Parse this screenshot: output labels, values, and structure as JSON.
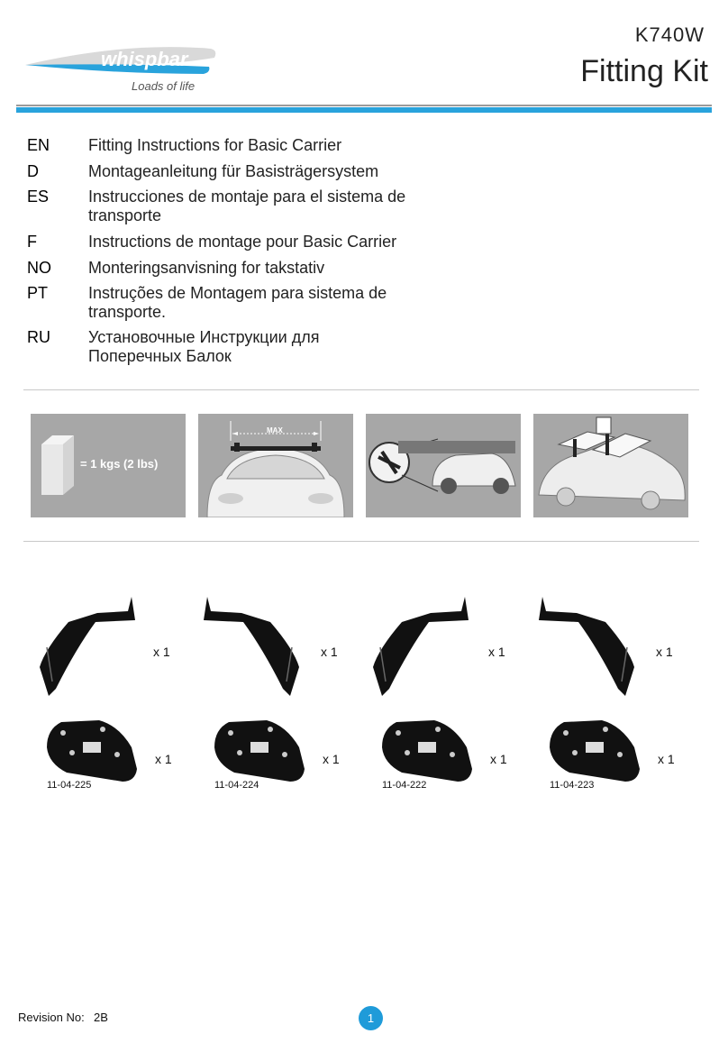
{
  "header": {
    "brand": "whispbar",
    "tagline": "Loads of life",
    "model_code": "K740W",
    "title": "Fitting Kit",
    "accent_color": "#29a3dc"
  },
  "languages": [
    {
      "code": "EN",
      "text": "Fitting Instructions for Basic Carrier"
    },
    {
      "code": "D",
      "text": "Montageanleitung für Basisträgersystem"
    },
    {
      "code": "ES",
      "text": "Instrucciones de montaje para el sistema de transporte"
    },
    {
      "code": "F",
      "text": "Instructions de montage pour Basic Carrier"
    },
    {
      "code": "NO",
      "text": "Monteringsanvisning for takstativ"
    },
    {
      "code": "PT",
      "text": "Instruções de Montagem para sistema de transporte."
    },
    {
      "code": "RU",
      "text": "Установочные Инструкции для Поперечных Балок"
    }
  ],
  "info_panels": {
    "weight": "= 1 kgs (2 lbs)",
    "max": "MAX"
  },
  "parts": [
    {
      "bracket_qty": "x 1",
      "pad_qty": "x 1",
      "code": "11-04-225"
    },
    {
      "bracket_qty": "x 1",
      "pad_qty": "x 1",
      "code": "11-04-224"
    },
    {
      "bracket_qty": "x 1",
      "pad_qty": "x 1",
      "code": "11-04-222"
    },
    {
      "bracket_qty": "x 1",
      "pad_qty": "x 1",
      "code": "11-04-223"
    }
  ],
  "footer": {
    "revision_label": "Revision No:",
    "revision_value": "2B",
    "page_number": "1"
  }
}
